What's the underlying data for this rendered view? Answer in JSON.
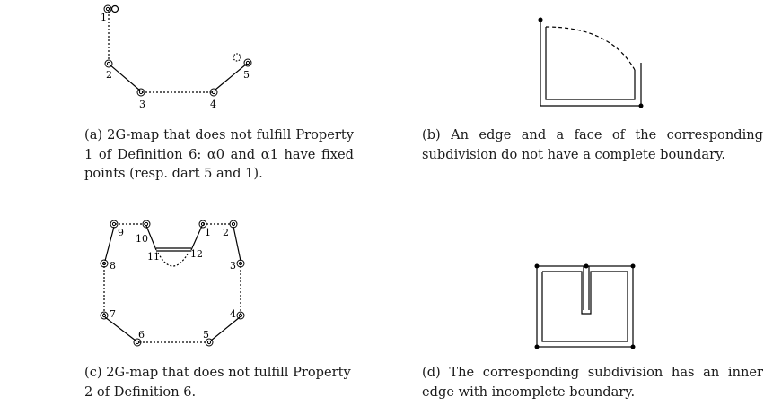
{
  "figures": {
    "a": {
      "caption": "(a) 2G-map that does not fulfill Property 1 of Definition 6: α0 and α1 have fixed points (resp. dart 5 and 1).",
      "labels": [
        "1",
        "2",
        "3",
        "4",
        "5"
      ]
    },
    "b": {
      "caption": "(b) An edge and a face of the corresponding subdivision do not have a complete boundary."
    },
    "c": {
      "caption": "(c) 2G-map that does not fulfill Property 2 of Definition 6.",
      "labels": [
        "1",
        "2",
        "3",
        "4",
        "5",
        "6",
        "7",
        "8",
        "9",
        "10",
        "11",
        "12"
      ]
    },
    "d": {
      "caption": "(d) The corresponding subdivision has an inner edge with incomplete boundary."
    }
  }
}
